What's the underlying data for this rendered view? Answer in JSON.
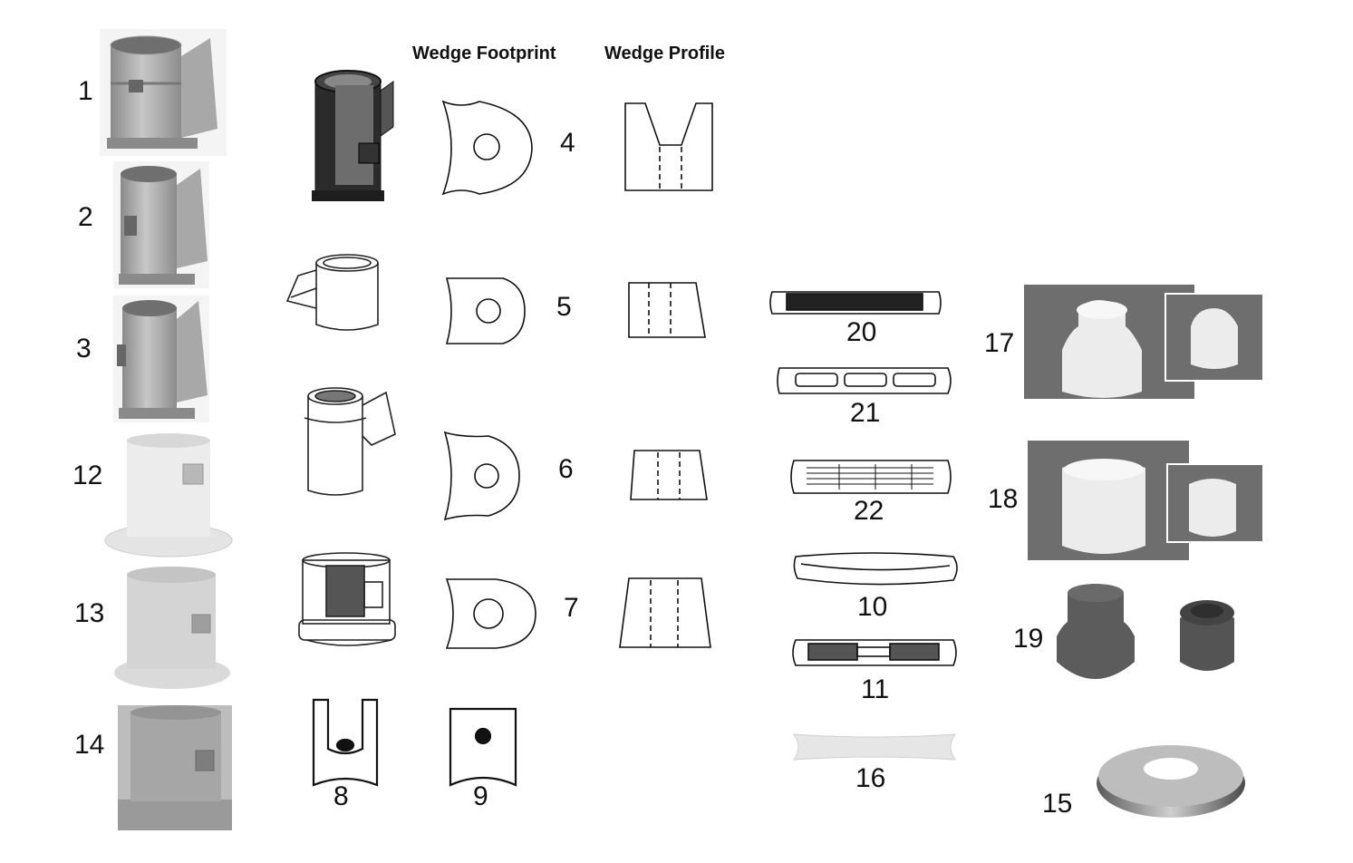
{
  "headers": {
    "footprint": "Wedge Footprint",
    "profile": "Wedge Profile"
  },
  "labels": {
    "n1": "1",
    "n2": "2",
    "n3": "3",
    "n4": "4",
    "n5": "5",
    "n6": "6",
    "n7": "7",
    "n8": "8",
    "n9": "9",
    "n10": "10",
    "n11": "11",
    "n12": "12",
    "n13": "13",
    "n14": "14",
    "n15": "15",
    "n16": "16",
    "n17": "17",
    "n18": "18",
    "n19": "19",
    "n20": "20",
    "n21": "21",
    "n22": "22"
  },
  "colors": {
    "photo_gray": "#a9a9a9",
    "bg_dark": "#6e6e6e",
    "cream": "#ececec",
    "rubber": "#5c5c5c"
  }
}
